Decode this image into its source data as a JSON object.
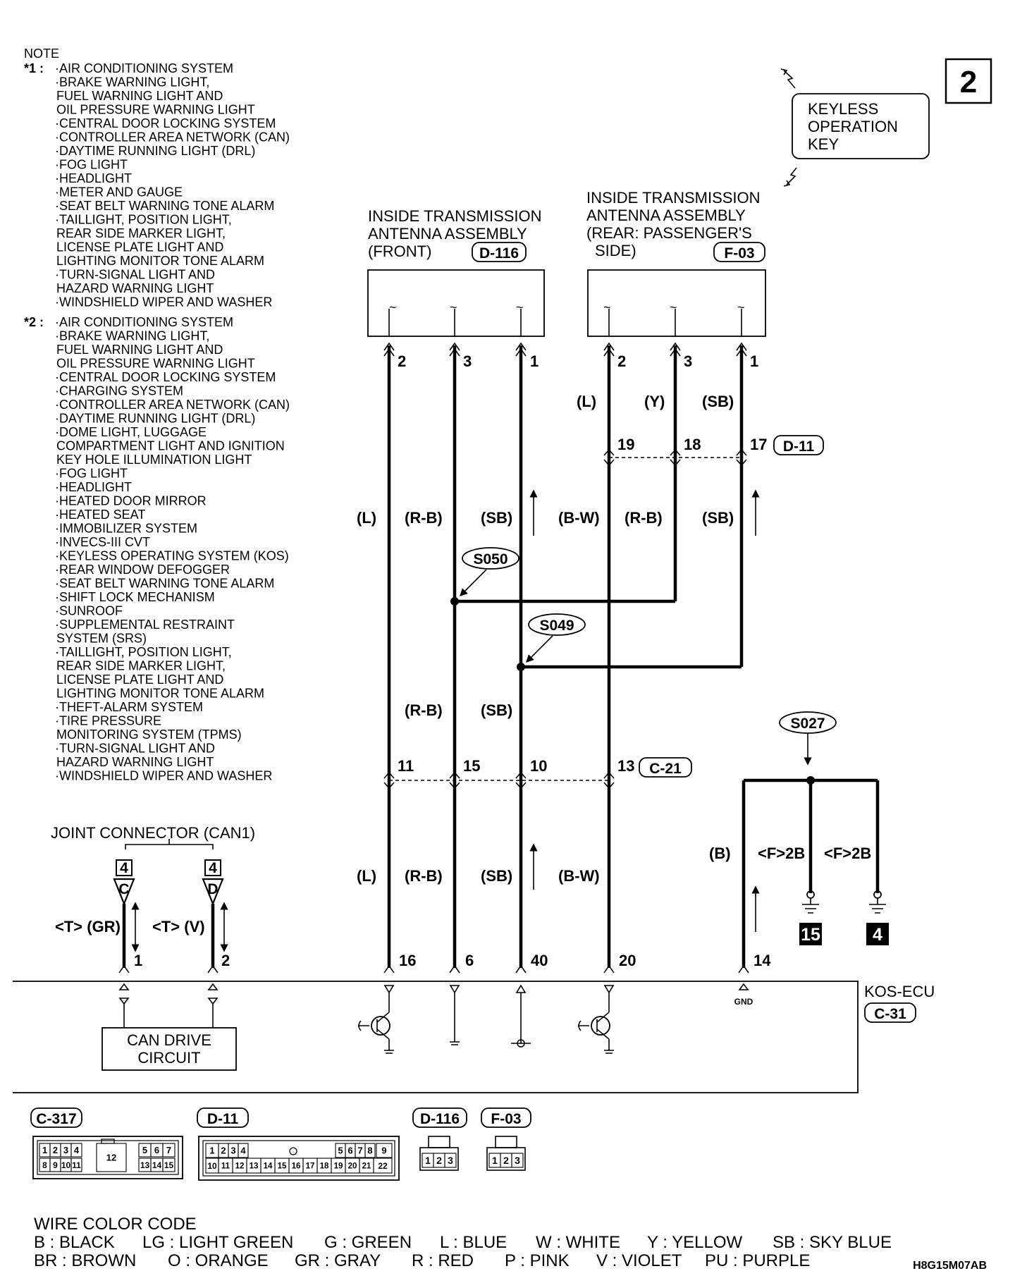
{
  "page_number": "2",
  "notes": {
    "title": "NOTE",
    "star1": {
      "mark": "*1 :",
      "items": [
        "·AIR CONDITIONING SYSTEM",
        "·BRAKE WARNING LIGHT,",
        "FUEL WARNING LIGHT AND",
        "OIL PRESSURE WARNING LIGHT",
        "·CENTRAL DOOR LOCKING SYSTEM",
        "·CONTROLLER AREA NETWORK (CAN)",
        "·DAYTIME RUNNING LIGHT (DRL)",
        "·FOG LIGHT",
        "·HEADLIGHT",
        "·METER AND GAUGE",
        "·SEAT BELT WARNING TONE ALARM",
        "·TAILLIGHT, POSITION LIGHT,",
        "REAR SIDE MARKER LIGHT,",
        "LICENSE PLATE LIGHT AND",
        "LIGHTING MONITOR TONE ALARM",
        "·TURN-SIGNAL LIGHT AND",
        "HAZARD WARNING LIGHT",
        "·WINDSHIELD WIPER AND WASHER"
      ]
    },
    "star2": {
      "mark": "*2 :",
      "items": [
        "·AIR CONDITIONING SYSTEM",
        "·BRAKE WARNING LIGHT,",
        "FUEL WARNING LIGHT AND",
        "OIL PRESSURE WARNING LIGHT",
        "·CENTRAL DOOR LOCKING SYSTEM",
        "·CHARGING SYSTEM",
        "·CONTROLLER AREA NETWORK (CAN)",
        "·DAYTIME RUNNING LIGHT (DRL)",
        "·DOME LIGHT, LUGGAGE",
        "COMPARTMENT LIGHT AND IGNITION",
        "KEY HOLE ILLUMINATION LIGHT",
        "·FOG LIGHT",
        "·HEADLIGHT",
        "·HEATED DOOR MIRROR",
        "·HEATED SEAT",
        "·IMMOBILIZER SYSTEM",
        "·INVECS-III CVT",
        "·KEYLESS OPERATING SYSTEM (KOS)",
        "·REAR WINDOW DEFOGGER",
        "·SEAT BELT WARNING TONE ALARM",
        "·SHIFT LOCK MECHANISM",
        "·SUNROOF",
        "·SUPPLEMENTAL RESTRAINT",
        "SYSTEM (SRS)",
        "·TAILLIGHT, POSITION LIGHT,",
        "REAR SIDE MARKER LIGHT,",
        "LICENSE PLATE LIGHT AND",
        "LIGHTING MONITOR TONE ALARM",
        "·THEFT-ALARM SYSTEM",
        "·TIRE PRESSURE",
        "MONITORING SYSTEM (TPMS)",
        "·TURN-SIGNAL LIGHT AND",
        "HAZARD WARNING LIGHT",
        "·WINDSHIELD WIPER AND WASHER"
      ]
    }
  },
  "keyless_key": {
    "lines": [
      "KEYLESS",
      "OPERATION",
      "KEY"
    ]
  },
  "antenna_front": {
    "lines": [
      "INSIDE TRANSMISSION",
      "ANTENNA ASSEMBLY",
      "(FRONT)"
    ],
    "connector": "D-116",
    "pins": [
      "2",
      "3",
      "1"
    ]
  },
  "antenna_rear": {
    "lines": [
      "INSIDE TRANSMISSION",
      "ANTENNA ASSEMBLY",
      "(REAR: PASSENGER'S",
      "SIDE)"
    ],
    "connector": "F-03",
    "pins": [
      "2",
      "3",
      "1"
    ]
  },
  "connector_d11": {
    "pins": [
      "19",
      "18",
      "17"
    ],
    "label": "D-11"
  },
  "connector_c21": {
    "pins": [
      "11",
      "15",
      "10",
      "13"
    ],
    "label": "C-21"
  },
  "splices": {
    "s050": "S050",
    "s049": "S049",
    "s027": "S027"
  },
  "wire_colors": {
    "rear_top": [
      "(L)",
      "(Y)",
      "(SB)"
    ],
    "mid": [
      "(L)",
      "(R-B)",
      "(SB)",
      "(B-W)",
      "(R-B)",
      "(SB)"
    ],
    "low": [
      "(R-B)",
      "(SB)"
    ],
    "bottom": [
      "(L)",
      "(R-B)",
      "(SB)",
      "(B-W)"
    ],
    "ground": [
      "(B)",
      "<F>2B",
      "<F>2B"
    ]
  },
  "joint_connector": {
    "title": "JOINT CONNECTOR (CAN1)",
    "left": {
      "number": "4",
      "letter": "C",
      "color": "<T> (GR)",
      "pin": "1"
    },
    "right": {
      "number": "4",
      "letter": "D",
      "color": "<T> (V)",
      "pin": "2"
    }
  },
  "ecu": {
    "name": "KOS-ECU",
    "connector": "C-31",
    "pins": [
      "16",
      "6",
      "40",
      "20",
      "14"
    ],
    "gnd": "GND",
    "can_circuit": [
      "CAN DRIVE",
      "CIRCUIT"
    ]
  },
  "grounds": [
    "15",
    "4"
  ],
  "connector_views": {
    "c317": {
      "label": "C-317",
      "row1": [
        "1",
        "2",
        "3",
        "4",
        "12",
        "5",
        "6",
        "7"
      ],
      "row2": [
        "8",
        "9",
        "10",
        "11",
        "13",
        "14",
        "15"
      ]
    },
    "d11": {
      "label": "D-11",
      "row1": [
        "1",
        "2",
        "3",
        "4",
        "5",
        "6",
        "7",
        "8",
        "9"
      ],
      "row2": [
        "10",
        "11",
        "12",
        "13",
        "14",
        "15",
        "16",
        "17",
        "18",
        "19",
        "20",
        "21",
        "22"
      ]
    },
    "d116": {
      "label": "D-116",
      "pins": [
        "1",
        "2",
        "3"
      ]
    },
    "f03": {
      "label": "F-03",
      "pins": [
        "1",
        "2",
        "3"
      ]
    }
  },
  "color_code": {
    "title": "WIRE COLOR CODE",
    "row1": [
      "B : BLACK",
      "LG : LIGHT GREEN",
      "G : GREEN",
      "L : BLUE",
      "W : WHITE",
      "Y : YELLOW",
      "SB : SKY BLUE"
    ],
    "row2": [
      "BR : BROWN",
      "O : ORANGE",
      "GR : GRAY",
      "R : RED",
      "P : PINK",
      "V : VIOLET",
      "PU : PURPLE"
    ]
  },
  "figure_code": "H8G15M07AB"
}
